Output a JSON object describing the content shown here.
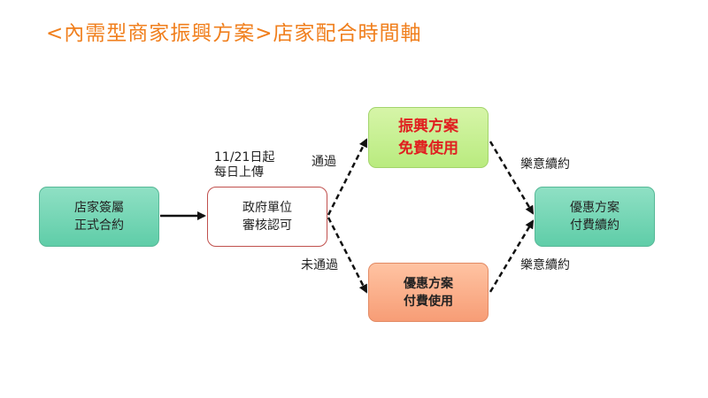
{
  "title": "<內需型商家振興方案>店家配合時間軸",
  "nodes": {
    "store_contract": {
      "line1": "店家簽屬",
      "line2": "正式合約"
    },
    "gov_approval": {
      "line1": "政府單位",
      "line2": "審核認可"
    },
    "revival_plan": {
      "line1": "振興方案",
      "line2": "免費使用"
    },
    "discount_plan": {
      "line1": "優惠方案",
      "line2": "付費使用"
    },
    "discount_renew": {
      "line1": "優惠方案",
      "line2": "付費續約"
    }
  },
  "labels": {
    "upload_line1": "11/21日起",
    "upload_line2": "每日上傳",
    "passed": "通過",
    "not_passed": "未通過",
    "renew_top": "樂意續約",
    "renew_bottom": "樂意續約"
  },
  "colors": {
    "title": "#f07f1d",
    "highlight_text": "#e02020",
    "teal_box": "#6fd3b1",
    "green_box": "#c5ef8f",
    "salmon_box": "#f9a985",
    "gov_border": "#c0504d"
  }
}
